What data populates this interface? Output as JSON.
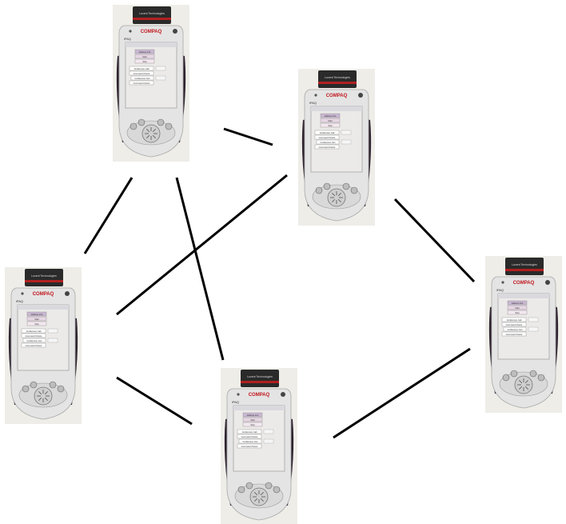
{
  "diagram": {
    "type": "wireless ad-hoc network of handheld devices",
    "device": {
      "brand": "COMPAQ",
      "model": "iPAQ",
      "card_label": "Lucent Technologies",
      "screen_items": [
        "Address Info",
        "Start",
        "Stop",
        "Conference Call",
        "Command Choice",
        "Conference Join",
        "Command Choice"
      ],
      "colors": {
        "body": "#e4e4e4",
        "side_grip": "#2f2430",
        "screen": "#eceae8",
        "card": "#2a2a2a",
        "card_stripe": "#b02020",
        "brand_red": "#c0161c",
        "dpad": "#cfcfcf"
      }
    },
    "nodes": [
      {
        "id": "top-left"
      },
      {
        "id": "top-right"
      },
      {
        "id": "left"
      },
      {
        "id": "bottom-center"
      },
      {
        "id": "right"
      }
    ],
    "links": [
      {
        "from": "top-left",
        "to": "top-right"
      },
      {
        "from": "top-left",
        "to": "left"
      },
      {
        "from": "top-left",
        "to": "bottom-center"
      },
      {
        "from": "top-right",
        "to": "left"
      },
      {
        "from": "top-right",
        "to": "right"
      },
      {
        "from": "left",
        "to": "bottom-center"
      },
      {
        "from": "bottom-center",
        "to": "right"
      }
    ],
    "link_color": "#000000"
  }
}
